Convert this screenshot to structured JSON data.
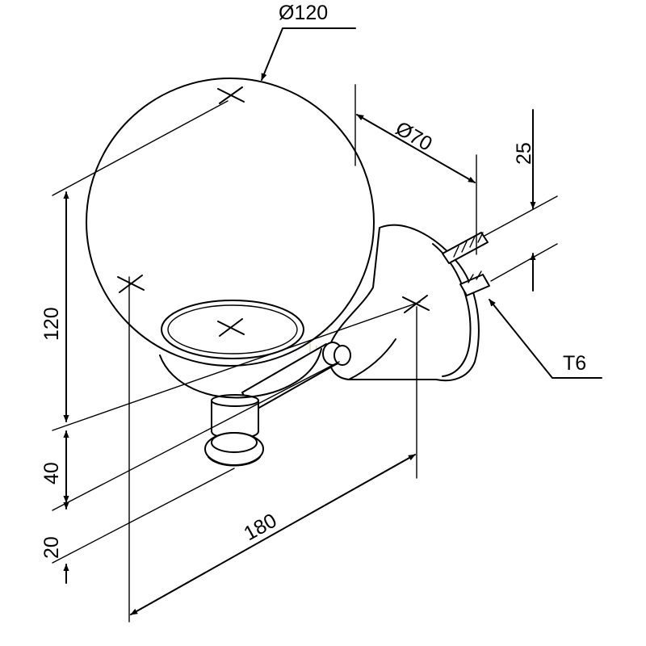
{
  "drawing": {
    "dimensions": {
      "globe_diameter": "Ø120",
      "flange_diameter": "Ø70",
      "screw_spacing": "25",
      "globe_height": "120",
      "holder_height": "40",
      "knob_height": "20",
      "projection": "180",
      "screw_type": "T6"
    },
    "colors": {
      "line": "#000000",
      "background": "#ffffff",
      "watermark": "#e9e3c6"
    }
  }
}
